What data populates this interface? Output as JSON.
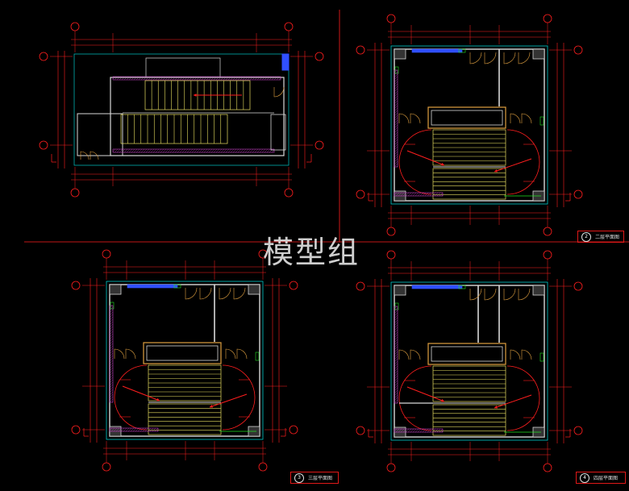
{
  "watermark": "模型组",
  "colors": {
    "background": "#000000",
    "dimension": "#ff1e1e",
    "wall": "#d8d8d8",
    "stair": "#e8e060",
    "door": "#e0a040",
    "hatch": "#c040c0",
    "fixture": "#20e020",
    "blue": "#3050ff",
    "cyan": "#00c8c8"
  },
  "plans": [
    {
      "id": "plan-1",
      "title": "",
      "number": ""
    },
    {
      "id": "plan-2",
      "title": "二层平面图",
      "number": "2"
    },
    {
      "id": "plan-3",
      "title": "三层平面图",
      "number": "3"
    },
    {
      "id": "plan-4",
      "title": "四层平面图",
      "number": "4"
    }
  ]
}
